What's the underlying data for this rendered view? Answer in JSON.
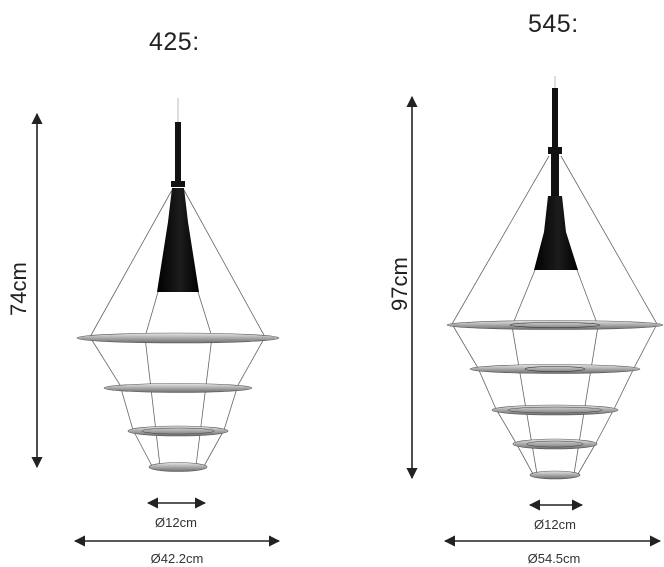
{
  "small": {
    "title": "425:",
    "height": "74cm",
    "inner_diameter": "Ø12cm",
    "outer_diameter": "Ø42.2cm"
  },
  "large": {
    "title": "545:",
    "height": "97cm",
    "inner_diameter": "Ø12cm",
    "outer_diameter": "Ø54.5cm"
  },
  "colors": {
    "lamp_black": "#111111",
    "disc_silver": "#b8b8b8",
    "arrow": "#222222"
  }
}
